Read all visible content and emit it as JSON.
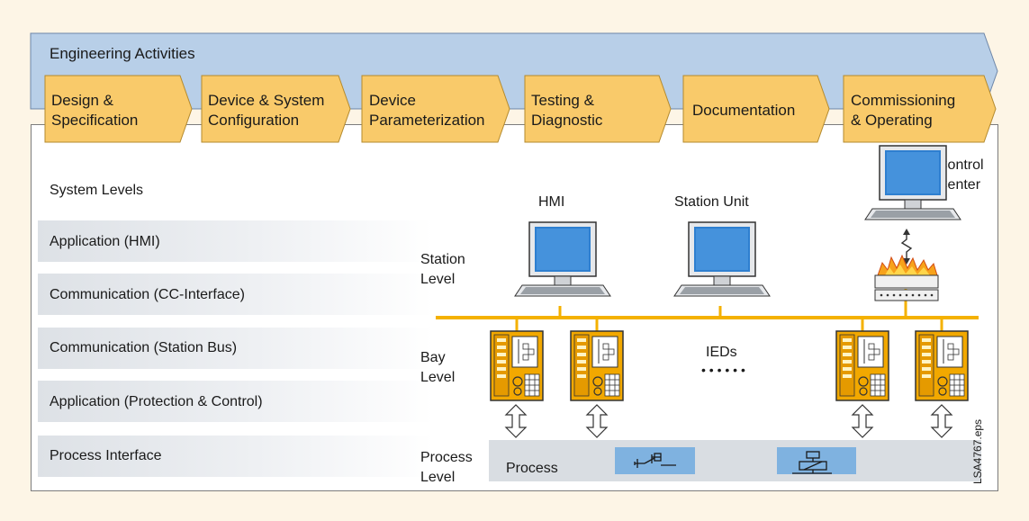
{
  "colors": {
    "background": "#fdf5e6",
    "banner_blue": "#b8cfe8",
    "step_yellow": "#f9ca6a",
    "bus_line": "#f4b100",
    "ied_orange": "#f2a800",
    "process_band": "#d9dde2",
    "process_box": "#7fb2e0",
    "monitor_screen": "#2e7fd0"
  },
  "engineering": {
    "title": "Engineering Activities",
    "steps": [
      {
        "label": "Design &\nSpecification"
      },
      {
        "label": "Device & System\nConfiguration"
      },
      {
        "label": "Device\nParameterization"
      },
      {
        "label": "Testing &\nDiagnostic"
      },
      {
        "label": "Documentation"
      },
      {
        "label": "Commissioning\n& Operating"
      }
    ]
  },
  "system_levels": {
    "heading": "System Levels",
    "rows": [
      {
        "label": "Application (HMI)"
      },
      {
        "label": "Communication (CC-Interface)"
      },
      {
        "label": "Communication (Station Bus)"
      },
      {
        "label": "Application (Protection & Control)"
      },
      {
        "label": "Process Interface"
      }
    ]
  },
  "levels": {
    "station": "Station\nLevel",
    "bay": "Bay\nLevel",
    "process": "Process\nLevel"
  },
  "devices": {
    "hmi": "HMI",
    "station_unit": "Station Unit",
    "control_center": "Control\nCenter",
    "ieds": "IEDs",
    "ellipsis": "• • • • • •"
  },
  "process": {
    "label": "Process"
  },
  "file_tag": "LSA4767.eps"
}
